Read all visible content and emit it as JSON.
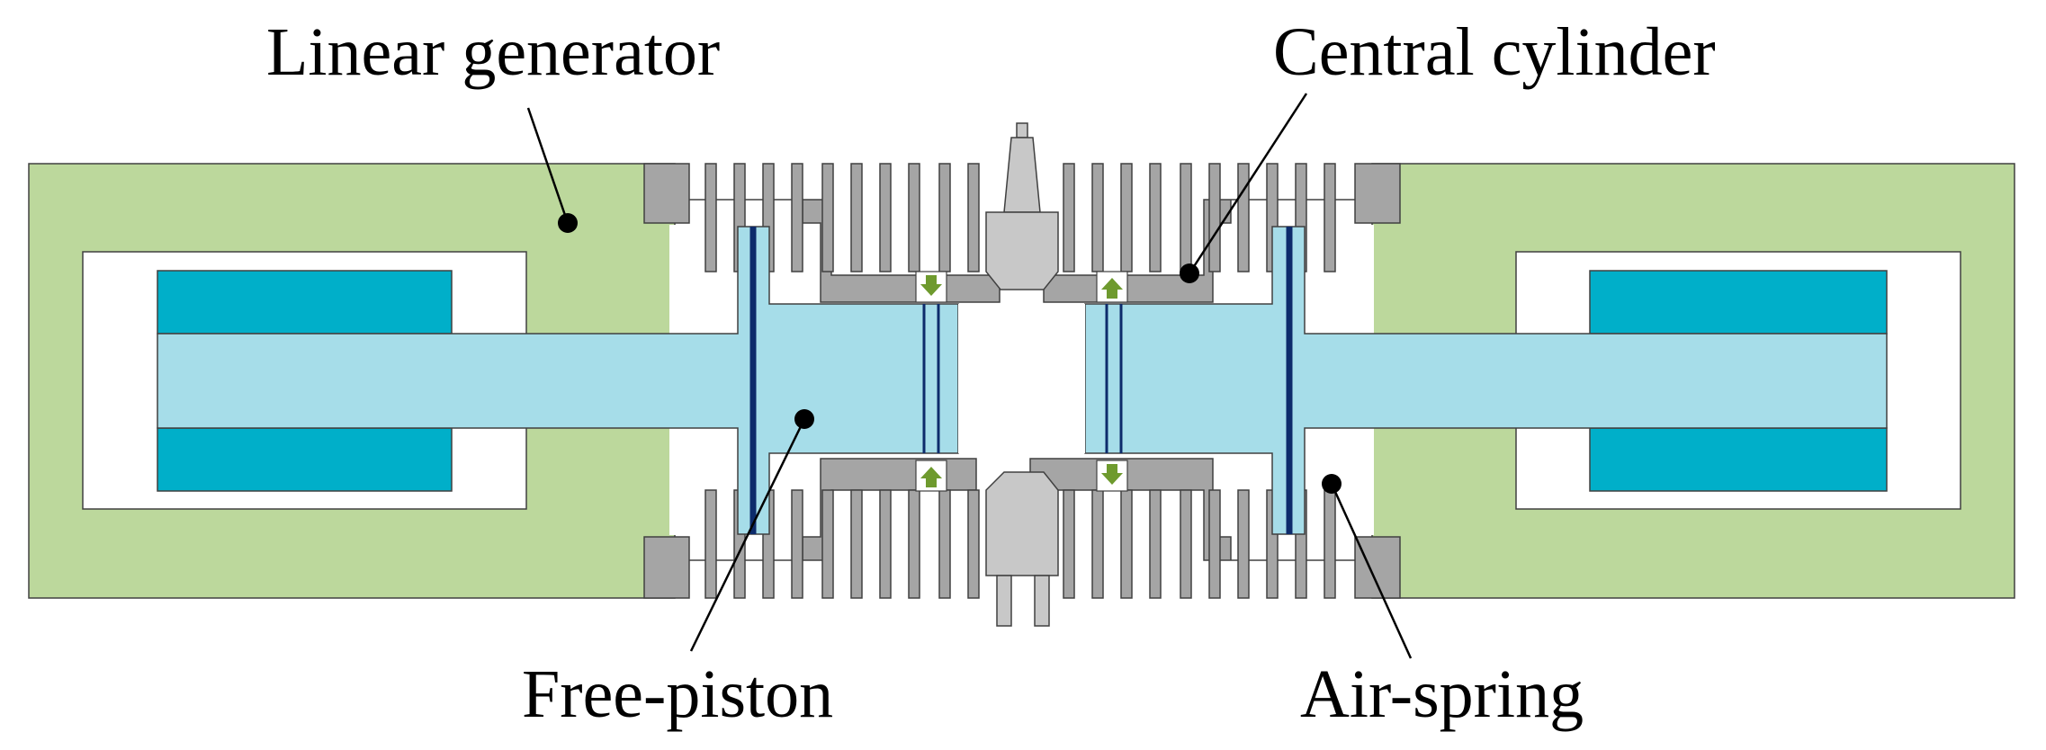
{
  "labels": {
    "linear_generator": "Linear generator",
    "central_cylinder": "Central cylinder",
    "free_piston": "Free-piston",
    "air_spring": "Air-spring"
  },
  "colors": {
    "generator_housing": "#bcd89c",
    "magnet": "#00afc9",
    "piston": "#a6dde9",
    "cylinder_metal": "#a5a5a5",
    "spark_plug": "#c8c8c8",
    "piston_ring": "#0d2b6b",
    "valve_arrow": "#6e9a2e"
  },
  "icons": {
    "intake_arrow": "arrow-down-icon",
    "exhaust_arrow": "arrow-up-icon"
  }
}
